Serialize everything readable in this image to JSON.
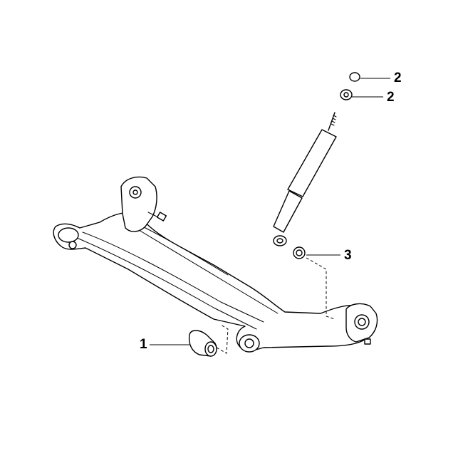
{
  "callouts": {
    "c1": "1",
    "c2a": "2",
    "c2b": "2",
    "c3": "3"
  }
}
